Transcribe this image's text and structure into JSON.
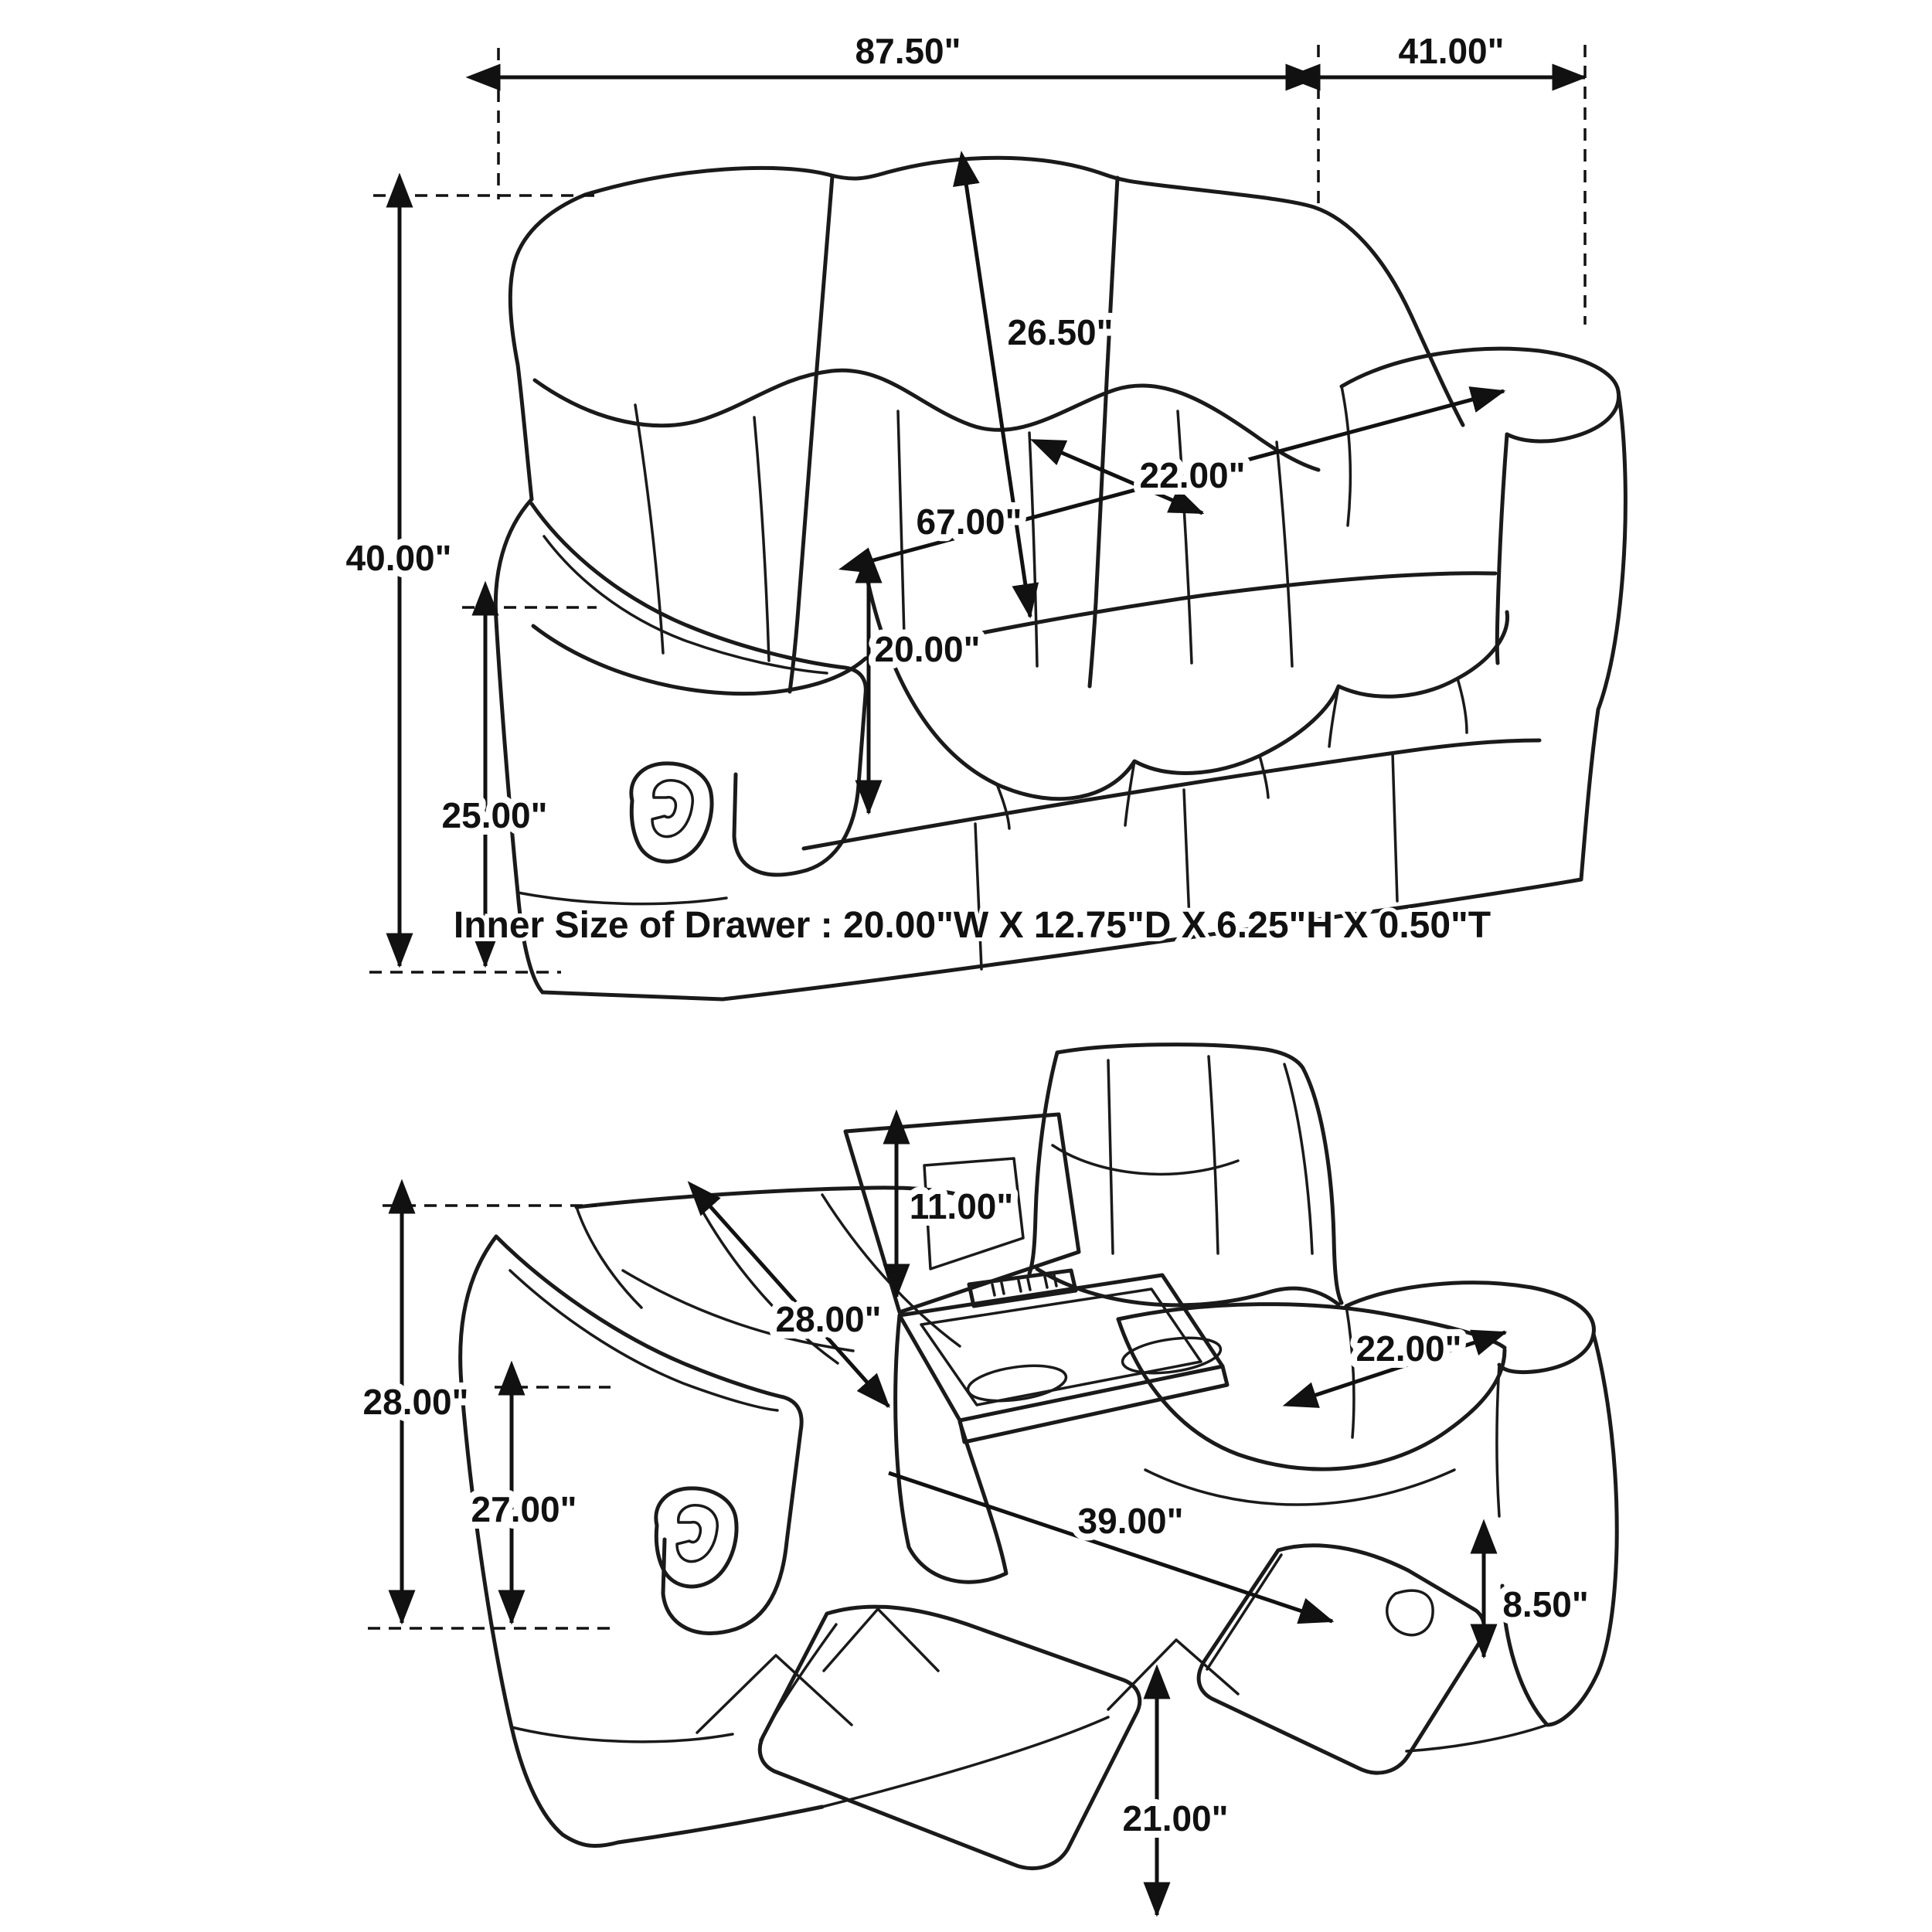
{
  "page": {
    "background": "#ffffff",
    "line_color": "#1a1a1a"
  },
  "drawer_note": "Inner Size of Drawer : 20.00\"W X 12.75\"D X 6.25\"H X 0.50\"T",
  "upright_view": {
    "label": "sofa upright front view",
    "dims": {
      "overall_width": "87.50\"",
      "overall_depth": "41.00\"",
      "overall_height": "40.00\"",
      "arm_height": "25.00\"",
      "back_cushion_length": "26.50\"",
      "seat_depth": "22.00\"",
      "seat_width": "67.00\"",
      "seat_front_height": "20.00\""
    }
  },
  "reclined_view": {
    "label": "sofa reclined view with drop-down console",
    "dims": {
      "console_lid_height": "11.00\"",
      "backrest_length": "28.00\"",
      "overall_height": "28.00\"",
      "arm_height": "27.00\"",
      "seat_depth": "22.00\"",
      "reclined_length": "39.00\"",
      "footrest_thickness": "8.50\"",
      "footrest_floor_height": "21.00\""
    }
  }
}
